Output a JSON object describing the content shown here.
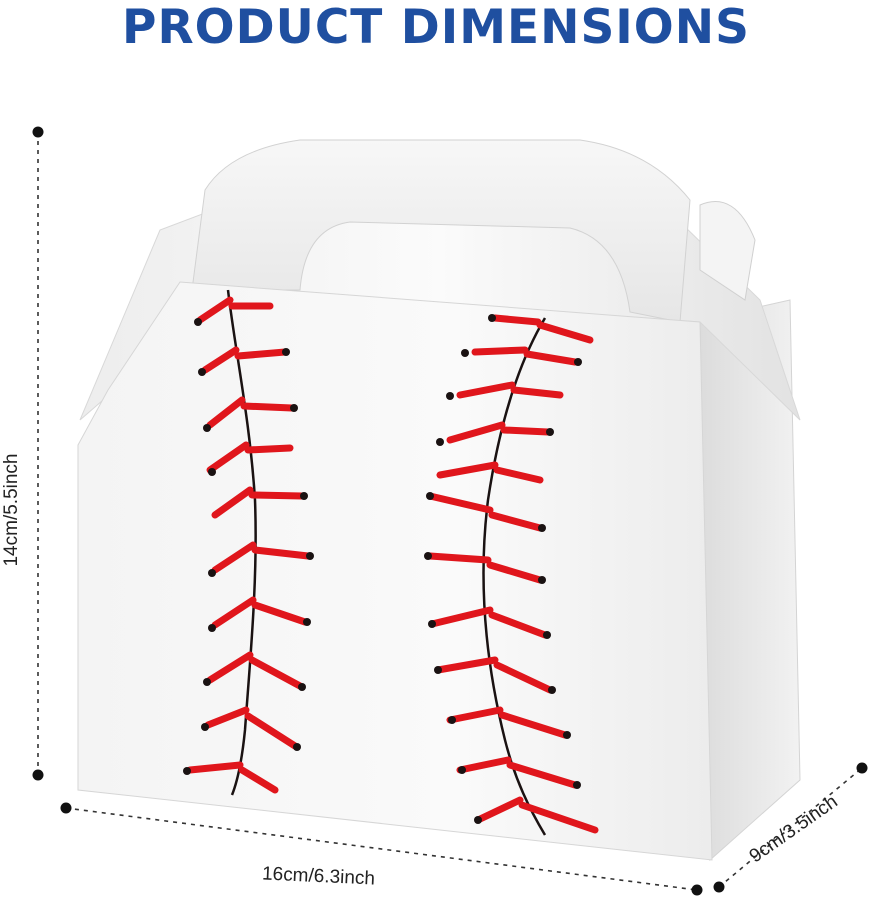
{
  "title": "PRODUCT DIMENSIONS",
  "dimensions": {
    "height": "14cm/5.5inch",
    "width": "16cm/6.3inch",
    "depth": "9cm/3.5inch"
  },
  "colors": {
    "title": "#1f4fa0",
    "box_face": "#fafafa",
    "stitch_red": "#e0161c",
    "stitch_dark": "#1a1212",
    "guide_line": "#333333"
  },
  "product": {
    "icon": "baseball-gift-box-icon"
  }
}
